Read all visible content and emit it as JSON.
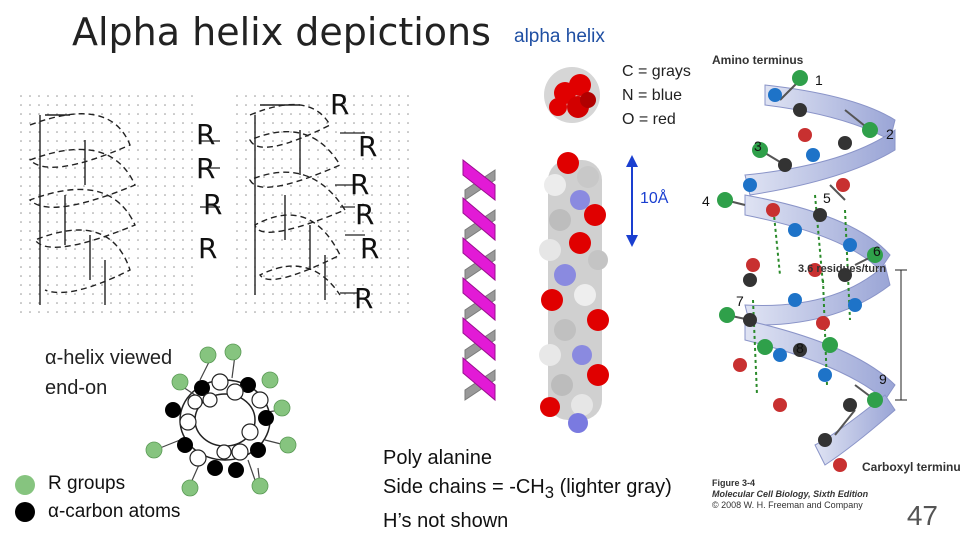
{
  "title": "Alpha helix depictions",
  "subtitle": "alpha helix",
  "atom_key": [
    "C = grays",
    "N = blue",
    "O = red"
  ],
  "scale_label": "10Å",
  "endon_label": [
    "α-helix viewed",
    "end-on"
  ],
  "legend": {
    "r_groups": "R groups",
    "alpha_carbons": "α-carbon atoms",
    "r_color": "#86c47f",
    "alpha_color": "#000000"
  },
  "helix_R_labels": [
    "R",
    "R",
    "R",
    "R",
    "R",
    "R",
    "R",
    "R",
    "R",
    "R"
  ],
  "polyalanine_caption": {
    "line1": "Poly alanine",
    "line2_prefix": "Side chains = -CH",
    "line2_sub": "3",
    "line2_suffix": " (lighter gray)",
    "line3": "H’s not shown"
  },
  "ribbon_figure": {
    "amino_terminus": "Amino terminus",
    "carboxyl_terminus": "Carboxyl terminus",
    "residues_per_turn": "3.6 residues/turn",
    "residue_numbers": [
      "1",
      "2",
      "3",
      "4",
      "5",
      "6",
      "7",
      "8",
      "9"
    ],
    "credit_title": "Figure 3-4",
    "credit_book": "Molecular Cell Biology, Sixth Edition",
    "credit_copy": "© 2008 W. H. Freeman and Company"
  },
  "page_number": "47",
  "colors": {
    "ribbon": "#e21ad6",
    "oxygen": "#e00000",
    "nitrogen": "#7a7ae0",
    "carbon": "#b8b8b8",
    "subtitle": "#1f4fa3",
    "scale_arrow": "#1a3fd0"
  }
}
